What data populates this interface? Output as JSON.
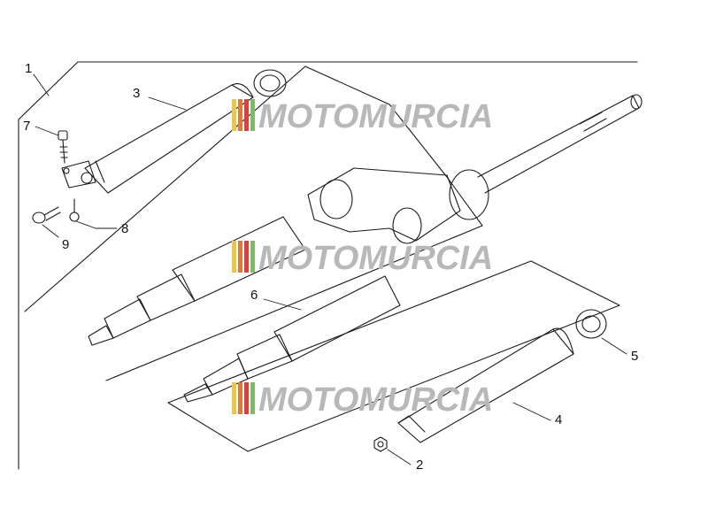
{
  "diagram": {
    "callouts": [
      {
        "id": "c1",
        "text": "1"
      },
      {
        "id": "c2",
        "text": "2"
      },
      {
        "id": "c3",
        "text": "3"
      },
      {
        "id": "c4",
        "text": "4"
      },
      {
        "id": "c5",
        "text": "5"
      },
      {
        "id": "c6",
        "text": "6"
      },
      {
        "id": "c7",
        "text": "7"
      },
      {
        "id": "c8",
        "text": "8"
      },
      {
        "id": "c9",
        "text": "9"
      }
    ],
    "watermark": {
      "text": "MOTOMURCIA",
      "stripe_colors": [
        "#e8c84a",
        "#e07a3a",
        "#d94040",
        "#7dbb6a"
      ],
      "text_color": "#b8b8b8"
    }
  }
}
